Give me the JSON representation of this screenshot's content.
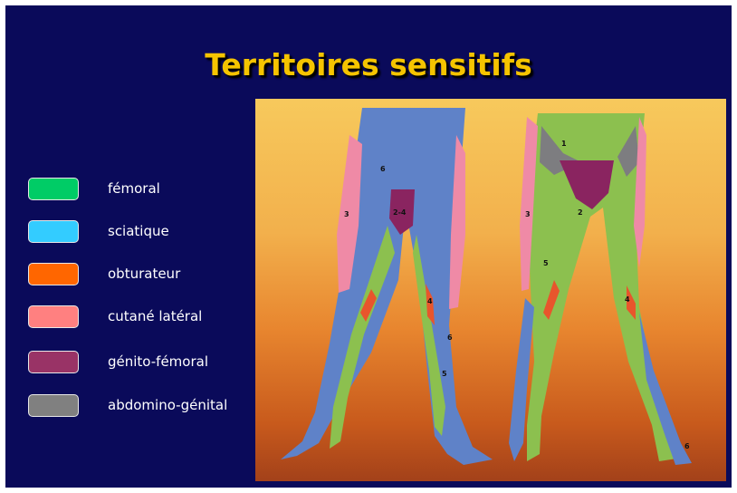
{
  "slide": {
    "title": "Territoires sensitifs",
    "background_color": "#0a0a5a",
    "title_color": "#f5c400"
  },
  "legend": [
    {
      "label": "fémoral",
      "color": "#00cc66"
    },
    {
      "label": "sciatique",
      "color": "#33ccff"
    },
    {
      "label": "obturateur",
      "color": "#ff6600"
    },
    {
      "label": "cutané latéral",
      "color": "#ff8080"
    },
    {
      "label": "génito-fémoral",
      "color": "#993366"
    },
    {
      "label": "abdomino-génital",
      "color": "#808080"
    }
  ],
  "illustration": {
    "region_colors": {
      "femoral": "#8cc04f",
      "sciatique": "#5f82c8",
      "obturateur": "#e8552c",
      "cutane_lateral": "#ef8aa6",
      "genito_femoral": "#8a2460",
      "abdomino_genital": "#7d7d80"
    },
    "numbers": {
      "n1": "1",
      "n2": "2",
      "n3": "3",
      "n4": "4",
      "n5": "5",
      "n6": "6",
      "n24": "2-4"
    }
  }
}
